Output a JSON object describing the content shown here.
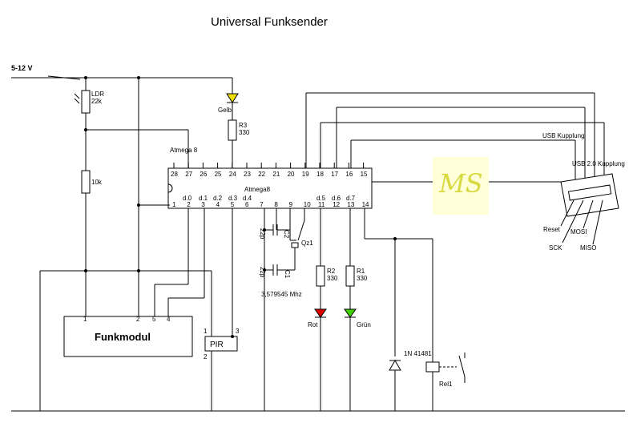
{
  "title": "Universal  Funksender",
  "supply": "5-12 V",
  "chip": {
    "name_top": "Atmega 8",
    "name_body": "Atmega8",
    "top_pins": [
      "28",
      "27",
      "26",
      "25",
      "24",
      "23",
      "22",
      "21",
      "20",
      "19",
      "18",
      "17",
      "16",
      "15"
    ],
    "bottom_pins": [
      "1",
      "2",
      "3",
      "4",
      "5",
      "6",
      "7",
      "8",
      "9",
      "10",
      "11",
      "12",
      "13",
      "14"
    ],
    "port_labels": {
      "p2": "d.0",
      "p3": "d.1",
      "p4": "d.2",
      "p5": "d.3",
      "p6": "d.4",
      "p11": "d.5",
      "p12": "d.6",
      "p13": "d.7"
    }
  },
  "components": {
    "ldr": {
      "name": "LDR",
      "value": "22k"
    },
    "r_10k": "10k",
    "led_yellow": "Gelb",
    "r3": {
      "name": "R3",
      "value": "330"
    },
    "r2": {
      "name": "R2",
      "value": "330"
    },
    "r1": {
      "name": "R1",
      "value": "330"
    },
    "c2": {
      "name": "C2",
      "value": "22p"
    },
    "c1": {
      "name": "C1",
      "value": "22p"
    },
    "crystal": {
      "name": "Qz1",
      "freq": "3,579545 Mhz"
    },
    "led_red": "Rot",
    "led_green": "Grün",
    "diode": "1N 41481",
    "relay": "Rel1",
    "funkmodul": {
      "label": "Funkmodul",
      "pins": [
        "1",
        "2",
        "5",
        "4"
      ]
    },
    "pir": {
      "label": "PIR",
      "pins": [
        "1",
        "3",
        "2"
      ]
    }
  },
  "usb": {
    "label_outer": "USB Kupplung",
    "label_inner": "USB 2.0 Kupplung",
    "signals": [
      "Reset",
      "SCK",
      "MOSI",
      "MISO"
    ]
  },
  "logo_text": "MS"
}
